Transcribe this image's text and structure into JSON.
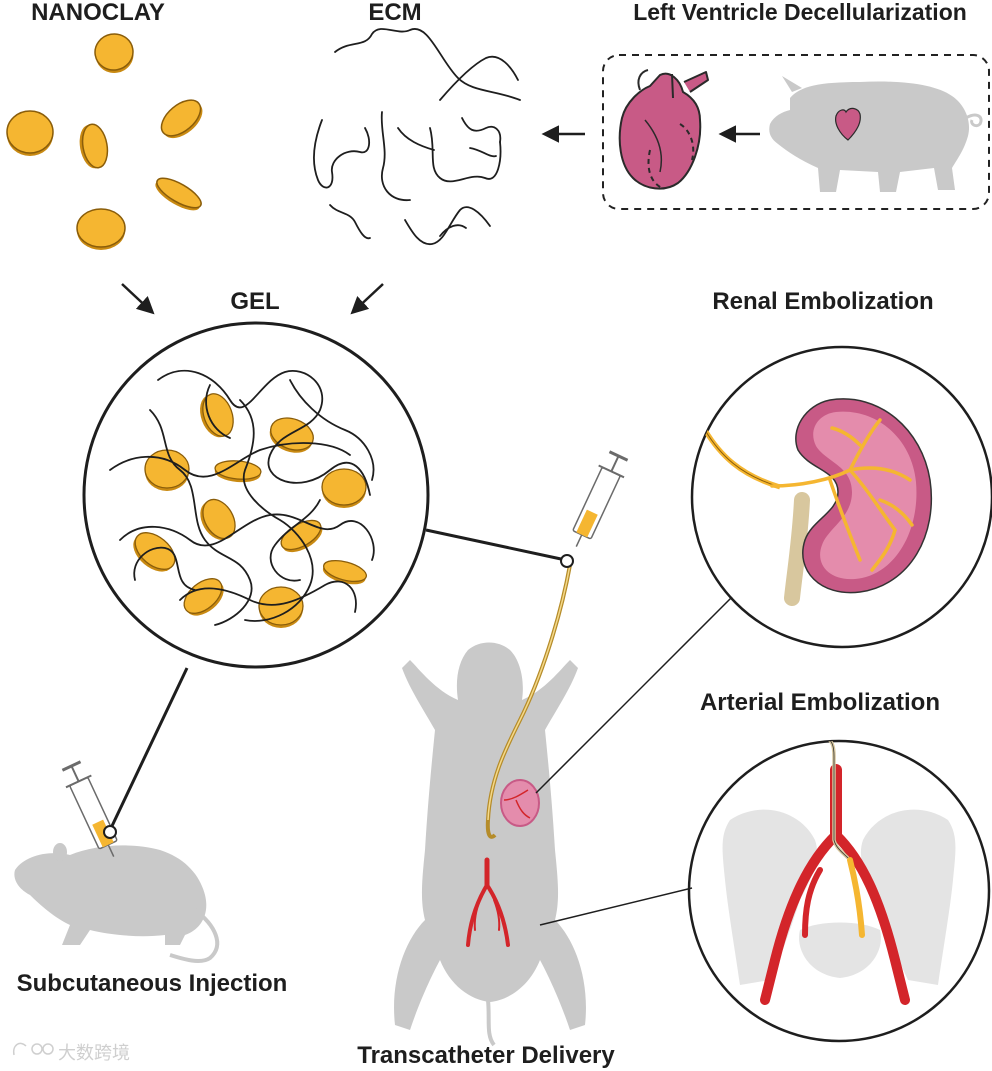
{
  "labels": {
    "nanoclay": "NANOCLAY",
    "ecm": "ECM",
    "decell": "Left Ventricle Decellularization",
    "gel": "GEL",
    "renal": "Renal Embolization",
    "arterial": "Arterial Embolization",
    "subcutaneous": "Subcutaneous Injection",
    "transcatheter": "Transcatheter Delivery"
  },
  "watermark": "大数跨境",
  "colors": {
    "nanoclay": "#f5b631",
    "nanoclay_edge": "#c98a12",
    "heart": "#c85a86",
    "kidney": "#e48cac",
    "artery": "#d3252a",
    "silhouette": "#c9c9c9"
  }
}
